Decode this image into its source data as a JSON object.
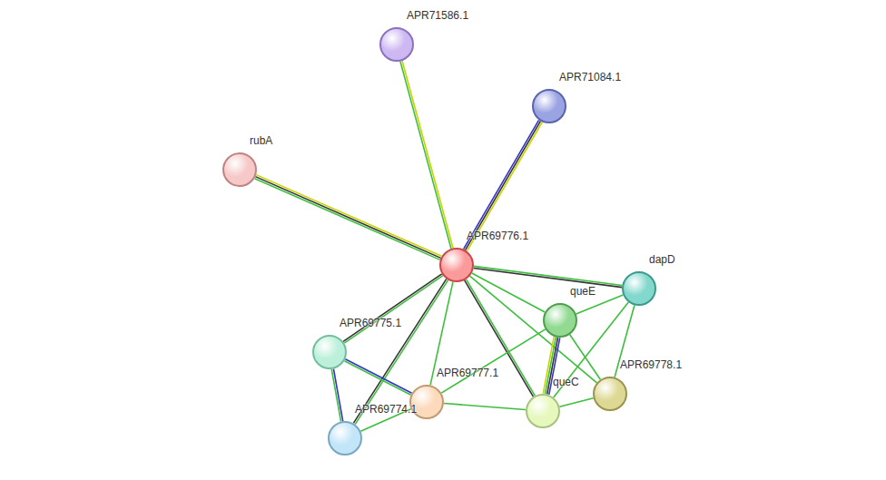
{
  "diagram": {
    "nodes": [
      {
        "text": [
          "APR71586.1"
        ]
      },
      {
        "text": [
          "APR71084.1"
        ]
      },
      {
        "text": [
          "rubA"
        ]
      },
      {
        "text": [
          "APR69776.1"
        ]
      },
      {
        "text": [
          "dapD"
        ]
      },
      {
        "text": [
          "queE"
        ]
      },
      {
        "text": [
          "APR69775.1"
        ]
      },
      {
        "text": [
          "APR69778.1"
        ]
      },
      {
        "text": [
          "APR69777.1"
        ]
      },
      {
        "text": [
          "queC"
        ]
      },
      {
        "text": [
          "APR69774.1"
        ]
      }
    ],
    "edges": [
      {
        "from": 3,
        "to": 0,
        "arrow": "none"
      },
      {
        "from": 3,
        "to": 1,
        "arrow": "none"
      },
      {
        "from": 3,
        "to": 2,
        "arrow": "none"
      },
      {
        "from": 3,
        "to": 4,
        "arrow": "none"
      },
      {
        "from": 3,
        "to": 5,
        "arrow": "none"
      },
      {
        "from": 3,
        "to": 6,
        "arrow": "none"
      },
      {
        "from": 3,
        "to": 10,
        "arrow": "none"
      },
      {
        "from": 3,
        "to": 8,
        "arrow": "none"
      },
      {
        "from": 3,
        "to": 9,
        "arrow": "none"
      },
      {
        "from": 3,
        "to": 7,
        "arrow": "none"
      },
      {
        "from": 5,
        "to": 4,
        "arrow": "none"
      },
      {
        "from": 5,
        "to": 9,
        "arrow": "none"
      },
      {
        "from": 5,
        "to": 7,
        "arrow": "none"
      },
      {
        "from": 5,
        "to": 8,
        "arrow": "none"
      },
      {
        "from": 4,
        "to": 9,
        "arrow": "none"
      },
      {
        "from": 4,
        "to": 7,
        "arrow": "none"
      },
      {
        "from": 9,
        "to": 7,
        "arrow": "none"
      },
      {
        "from": 8,
        "to": 9,
        "arrow": "none"
      },
      {
        "from": 6,
        "to": 8,
        "arrow": "none"
      },
      {
        "from": 6,
        "to": 10,
        "arrow": "none"
      },
      {
        "from": 10,
        "to": 8,
        "arrow": "none"
      }
    ]
  }
}
